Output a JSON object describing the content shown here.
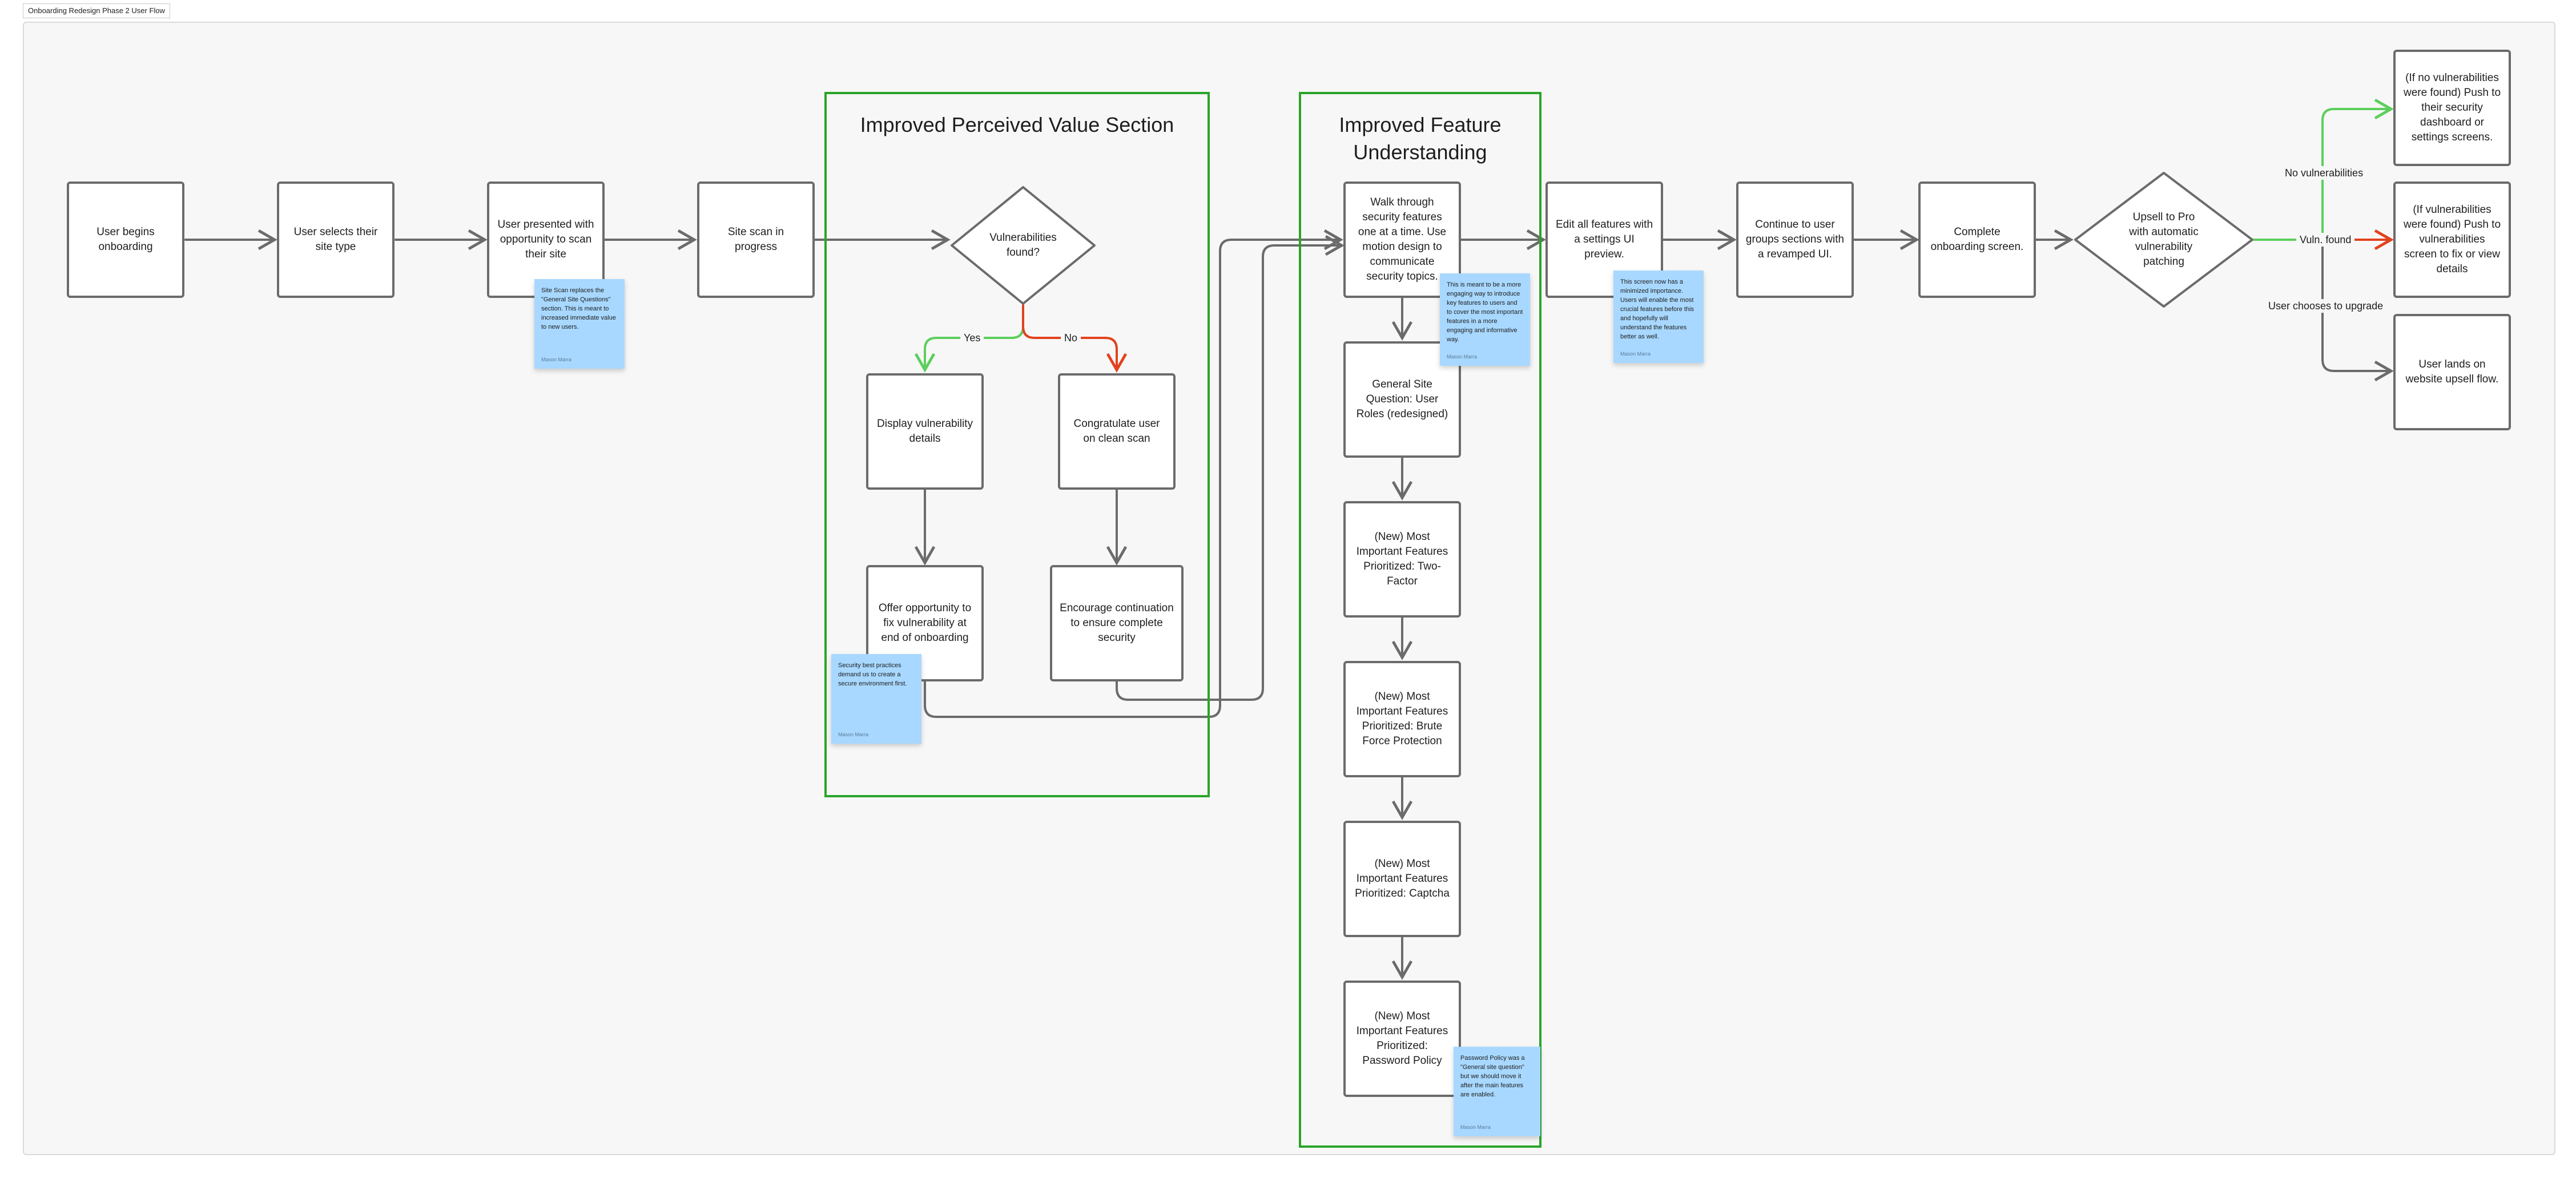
{
  "document": {
    "title": "Onboarding Redesign Phase 2 User Flow"
  },
  "sections": {
    "perceived_value": "Improved Perceived Value Section",
    "feature_understanding": "Improved Feature Understanding"
  },
  "nodes": {
    "begin": "User begins onboarding",
    "site_type": "User selects their site type",
    "scan_offer": "User presented with opportunity to scan their site",
    "scan_progress": "Site scan in progress",
    "vuln_found": "Vulnerabilities found?",
    "display_vuln": "Display vulnerability details",
    "congratulate": "Congratulate user on clean scan",
    "offer_fix": "Offer opportunity to fix vulnerability at end of onboarding",
    "encourage": "Encourage continuation to ensure complete security",
    "walkthrough": "Walk through security features one at a time. Use motion design to communicate security topics.",
    "user_roles": "General Site Question: User Roles (redesigned)",
    "two_factor": "(New) Most Important Features Prioritized: Two-Factor",
    "brute_force": "(New) Most Important Features Prioritized: Brute Force Protection",
    "captcha": "(New) Most Important Features Prioritized: Captcha",
    "password_policy": "(New) Most Important Features Prioritized: Password Policy",
    "edit_features": "Edit all features with a settings UI preview.",
    "user_groups": "Continue to user groups sections with a revamped UI.",
    "complete": "Complete onboarding screen.",
    "upsell": "Upsell to Pro with automatic vulnerability patching",
    "no_vuln_push": "(If no vulnerabilities were found) Push to their security dashboard or settings screens.",
    "vuln_push": "(If vulnerabilities were found) Push to vulnerabilities screen to fix or view details",
    "upsell_flow": "User lands on website upsell flow."
  },
  "edge_labels": {
    "yes": "Yes",
    "no": "No",
    "no_vulnerabilities": "No vulnerabilities",
    "vuln_found": "Vuln. found",
    "upgrade": "User chooses to upgrade"
  },
  "stickies": {
    "site_scan": {
      "text": "Site Scan replaces the \"General Site Questions\" section. This is meant to increased immediate value to new users.",
      "author": "Mason Marra"
    },
    "security_practices": {
      "text": "Security best practices demand us to create a secure environment first.",
      "author": "Mason Marra"
    },
    "engaging": {
      "text": "This is meant to be a more engaging way to introduce key features to users and to cover the most important features in a more engaging and informative way.",
      "author": "Mason Marra"
    },
    "minimized": {
      "text": "This screen now has a minimized importance. Users will enable the most crucial features before this and hopefully will understand the features better as well.",
      "author": "Mason Marra"
    },
    "password_note": {
      "text": "Password Policy was a \"General site question\" but we should move it after the main features are enabled.",
      "author": "Mason Marra"
    }
  },
  "colors": {
    "section_border": "#2aa52a",
    "connector": "#6b6b6b",
    "yes_path": "#5ccf5c",
    "no_path": "#e2421e",
    "sticky": "#a8d8ff"
  }
}
